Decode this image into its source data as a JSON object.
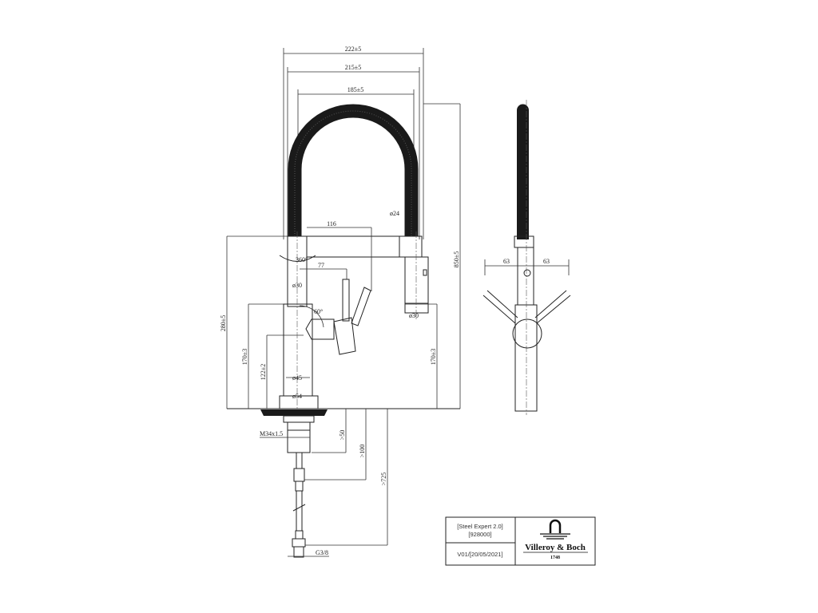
{
  "drawing": {
    "dimensions": {
      "width_222": "222±5",
      "width_215": "215±5",
      "width_185": "185±5",
      "reach_116": "116",
      "lever_77": "77",
      "swivel": "360°",
      "angle_60": "60°",
      "dia_30_col": "ø30",
      "dia_24": "ø24",
      "dia_30_head": "ø30",
      "dia_45": "ø45",
      "dia_54": "ø54",
      "height_280": "280±5",
      "height_850": "850±5",
      "height_170_left": "170±3",
      "height_170_right": "170±3",
      "height_122": "122±2",
      "thread": "M34x1.5",
      "min_50": ">50",
      "min_100": ">100",
      "min_725": ">725",
      "connection": "G3/8",
      "side_left": "63",
      "side_right": "63"
    }
  },
  "title_block": {
    "product": "[Steel Expert 2.0]",
    "article": "[928000]",
    "version": "V01/[20/05/2021]",
    "brand": "Villeroy & Boch",
    "brand_year": "1748"
  }
}
